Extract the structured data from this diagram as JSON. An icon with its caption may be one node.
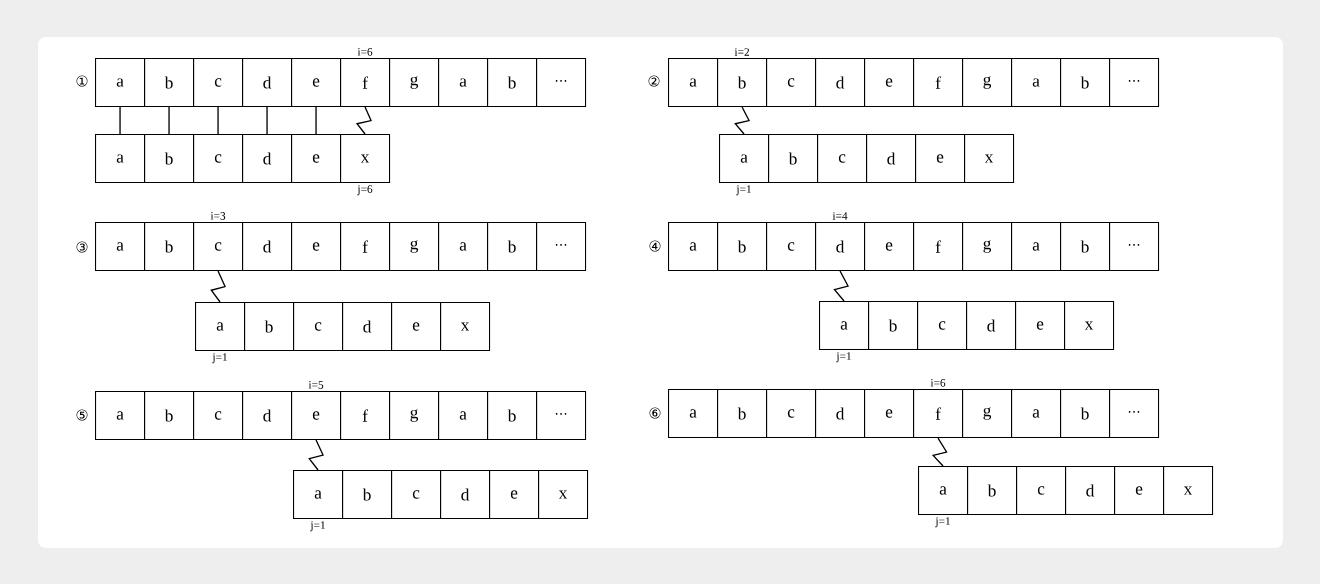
{
  "diagram": {
    "nodes": [
      {
        "text": [
          "a"
        ]
      },
      {
        "text": [
          "b"
        ]
      },
      {
        "text": [
          "c"
        ]
      },
      {
        "text": [
          "d"
        ]
      },
      {
        "text": [
          "e"
        ]
      },
      {
        "text": [
          "f"
        ],
        "beside": [
          "i=6"
        ]
      },
      {
        "text": [
          "g"
        ]
      },
      {
        "text": [
          "a"
        ]
      },
      {
        "text": [
          "b"
        ]
      },
      {
        "text": [
          "⋯"
        ]
      },
      {
        "text": [
          "a"
        ]
      },
      {
        "text": [
          "b"
        ]
      },
      {
        "text": [
          "c"
        ]
      },
      {
        "text": [
          "d"
        ]
      },
      {
        "text": [
          "e"
        ]
      },
      {
        "text": [
          "x"
        ],
        "beside": [
          "j=6"
        ]
      },
      {
        "text": [
          "a"
        ]
      },
      {
        "text": [
          "b"
        ],
        "beside": [
          "i=2"
        ]
      },
      {
        "text": [
          "c"
        ]
      },
      {
        "text": [
          "d"
        ]
      },
      {
        "text": [
          "e"
        ]
      },
      {
        "text": [
          "f"
        ]
      },
      {
        "text": [
          "g"
        ]
      },
      {
        "text": [
          "a"
        ]
      },
      {
        "text": [
          "b"
        ]
      },
      {
        "text": [
          "⋯"
        ]
      },
      {
        "text": [
          "a"
        ],
        "beside": [
          "j=1"
        ]
      },
      {
        "text": [
          "b"
        ]
      },
      {
        "text": [
          "c"
        ]
      },
      {
        "text": [
          "d"
        ]
      },
      {
        "text": [
          "e"
        ]
      },
      {
        "text": [
          "x"
        ]
      },
      {
        "text": [
          "a"
        ]
      },
      {
        "text": [
          "b"
        ]
      },
      {
        "text": [
          "c"
        ],
        "beside": [
          "i=3"
        ]
      },
      {
        "text": [
          "d"
        ]
      },
      {
        "text": [
          "e"
        ]
      },
      {
        "text": [
          "f"
        ]
      },
      {
        "text": [
          "g"
        ]
      },
      {
        "text": [
          "a"
        ]
      },
      {
        "text": [
          "b"
        ]
      },
      {
        "text": [
          "⋯"
        ]
      },
      {
        "text": [
          "a"
        ],
        "beside": [
          "j=1"
        ]
      },
      {
        "text": [
          "b"
        ]
      },
      {
        "text": [
          "c"
        ]
      },
      {
        "text": [
          "d"
        ]
      },
      {
        "text": [
          "e"
        ]
      },
      {
        "text": [
          "x"
        ]
      },
      {
        "text": [
          "a"
        ]
      },
      {
        "text": [
          "b"
        ]
      },
      {
        "text": [
          "c"
        ]
      },
      {
        "text": [
          "d"
        ],
        "beside": [
          "i=4"
        ]
      },
      {
        "text": [
          "e"
        ]
      },
      {
        "text": [
          "f"
        ]
      },
      {
        "text": [
          "g"
        ]
      },
      {
        "text": [
          "a"
        ]
      },
      {
        "text": [
          "b"
        ]
      },
      {
        "text": [
          "⋯"
        ]
      },
      {
        "text": [
          "a"
        ],
        "beside": [
          "j=1"
        ]
      },
      {
        "text": [
          "b"
        ]
      },
      {
        "text": [
          "c"
        ]
      },
      {
        "text": [
          "d"
        ]
      },
      {
        "text": [
          "e"
        ]
      },
      {
        "text": [
          "x"
        ]
      },
      {
        "text": [
          "a"
        ]
      },
      {
        "text": [
          "b"
        ]
      },
      {
        "text": [
          "c"
        ]
      },
      {
        "text": [
          "d"
        ]
      },
      {
        "text": [
          "e"
        ],
        "beside": [
          "i=5"
        ]
      },
      {
        "text": [
          "f"
        ]
      },
      {
        "text": [
          "g"
        ]
      },
      {
        "text": [
          "a"
        ]
      },
      {
        "text": [
          "b"
        ]
      },
      {
        "text": [
          "⋯"
        ]
      },
      {
        "text": [
          "a"
        ],
        "beside": [
          "j=1"
        ]
      },
      {
        "text": [
          "b"
        ]
      },
      {
        "text": [
          "c"
        ]
      },
      {
        "text": [
          "d"
        ]
      },
      {
        "text": [
          "e"
        ]
      },
      {
        "text": [
          "x"
        ]
      },
      {
        "text": [
          "a"
        ]
      },
      {
        "text": [
          "b"
        ]
      },
      {
        "text": [
          "c"
        ]
      },
      {
        "text": [
          "d"
        ]
      },
      {
        "text": [
          "e"
        ]
      },
      {
        "text": [
          "f"
        ],
        "beside": [
          "i=6"
        ]
      },
      {
        "text": [
          "g"
        ]
      },
      {
        "text": [
          "a"
        ]
      },
      {
        "text": [
          "b"
        ]
      },
      {
        "text": [
          "⋯"
        ]
      },
      {
        "text": [
          "a"
        ],
        "beside": [
          "j=1"
        ]
      },
      {
        "text": [
          "b"
        ]
      },
      {
        "text": [
          "c"
        ]
      },
      {
        "text": [
          "d"
        ]
      },
      {
        "text": [
          "e"
        ]
      },
      {
        "text": [
          "x"
        ]
      }
    ],
    "edges": [
      {
        "from": 0,
        "to": 10,
        "arrow": "none"
      },
      {
        "from": 1,
        "to": 11,
        "arrow": "none"
      },
      {
        "from": 2,
        "to": 12,
        "arrow": "none"
      },
      {
        "from": 3,
        "to": 13,
        "arrow": "none"
      },
      {
        "from": 4,
        "to": 14,
        "arrow": "none"
      },
      {
        "from": 5,
        "to": 15,
        "arrow": "none"
      },
      {
        "from": 17,
        "to": 26,
        "arrow": "none"
      },
      {
        "from": 34,
        "to": 42,
        "arrow": "none"
      },
      {
        "from": 51,
        "to": 58,
        "arrow": "none"
      },
      {
        "from": 68,
        "to": 74,
        "arrow": "none"
      },
      {
        "from": 85,
        "to": 90,
        "arrow": "none"
      }
    ],
    "labels": [
      "①",
      "②",
      "③",
      "④",
      "⑤",
      "⑥"
    ]
  }
}
